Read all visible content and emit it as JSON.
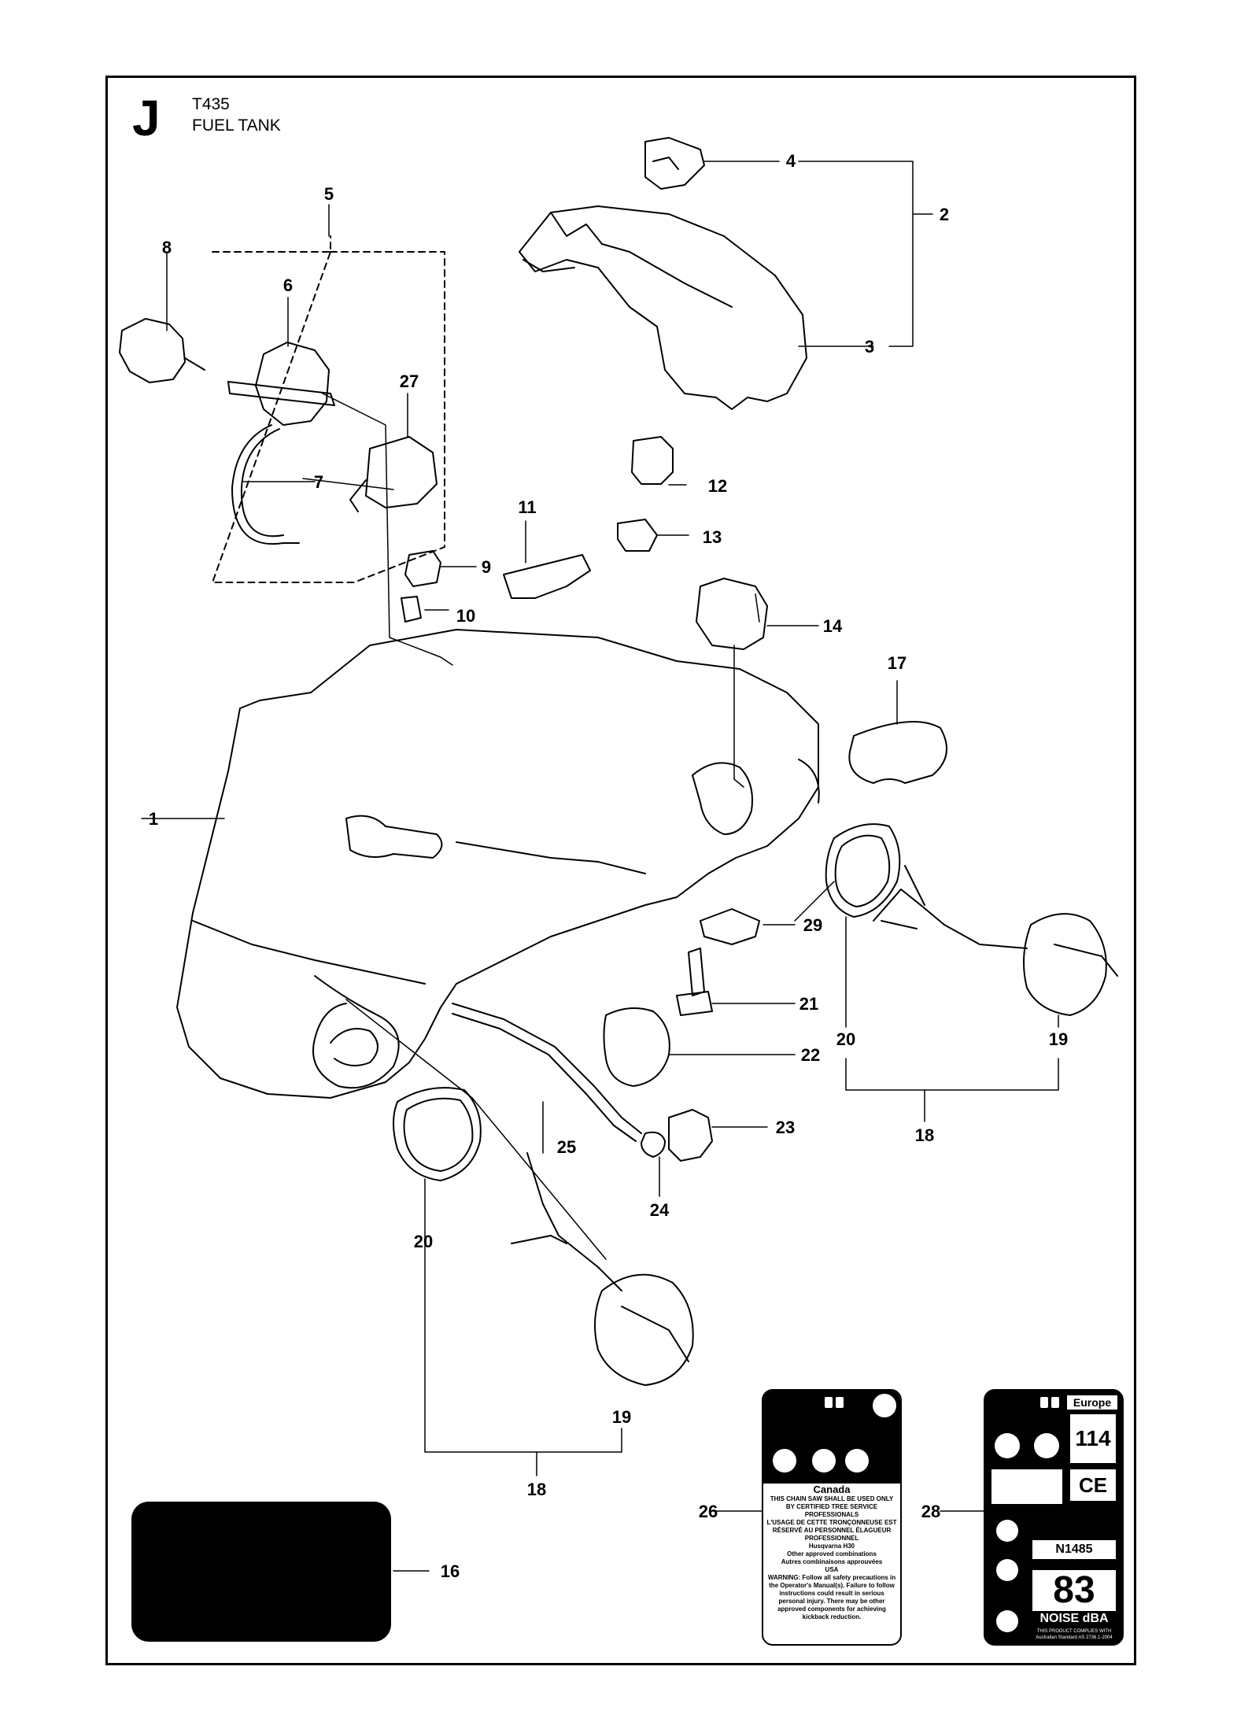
{
  "header": {
    "section": "J",
    "model": "T435",
    "title": "FUEL TANK"
  },
  "callouts": [
    {
      "id": "c1",
      "label": "1"
    },
    {
      "id": "c2",
      "label": "2"
    },
    {
      "id": "c3",
      "label": "3"
    },
    {
      "id": "c4",
      "label": "4"
    },
    {
      "id": "c5",
      "label": "5"
    },
    {
      "id": "c6",
      "label": "6"
    },
    {
      "id": "c7",
      "label": "7"
    },
    {
      "id": "c8",
      "label": "8"
    },
    {
      "id": "c9",
      "label": "9"
    },
    {
      "id": "c10",
      "label": "10"
    },
    {
      "id": "c11",
      "label": "11"
    },
    {
      "id": "c12",
      "label": "12"
    },
    {
      "id": "c13",
      "label": "13"
    },
    {
      "id": "c14",
      "label": "14"
    },
    {
      "id": "c16",
      "label": "16"
    },
    {
      "id": "c17",
      "label": "17"
    },
    {
      "id": "c18a",
      "label": "18"
    },
    {
      "id": "c18b",
      "label": "18"
    },
    {
      "id": "c19a",
      "label": "19"
    },
    {
      "id": "c19b",
      "label": "19"
    },
    {
      "id": "c20a",
      "label": "20"
    },
    {
      "id": "c20b",
      "label": "20"
    },
    {
      "id": "c21",
      "label": "21"
    },
    {
      "id": "c22",
      "label": "22"
    },
    {
      "id": "c23",
      "label": "23"
    },
    {
      "id": "c24",
      "label": "24"
    },
    {
      "id": "c25",
      "label": "25"
    },
    {
      "id": "c26",
      "label": "26"
    },
    {
      "id": "c27",
      "label": "27"
    },
    {
      "id": "c28",
      "label": "28"
    },
    {
      "id": "c29",
      "label": "29"
    }
  ],
  "label26": {
    "country": "Canada",
    "line1": "THIS CHAIN SAW SHALL BE USED ONLY BY CERTIFIED TREE SERVICE PROFESSIONALS",
    "line2": "L'USAGE DE CETTE TRONÇONNEUSE EST RÉSERVÉ AU PERSONNEL ÉLAGUEUR PROFESSIONNEL",
    "brand": "Husqvarna H30",
    "other": "Other approved combinations",
    "autres": "Autres combinaisons approuvées",
    "usa": "USA",
    "warning": "WARNING: Follow all safety precautions in the Operator's Manual(s). Failure to follow instructions could result in serious personal injury. There may be other approved components for achieving kickback reduction."
  },
  "label27": {
    "region": "Europe",
    "sound_power": "114",
    "ce": "CE",
    "noise_code": "N1485",
    "noise_value": "83",
    "noise_unit": "NOISE dBA",
    "compliance": "THIS PRODUCT COMPLIES WITH Australian Standard AS 2736.1-2004"
  }
}
